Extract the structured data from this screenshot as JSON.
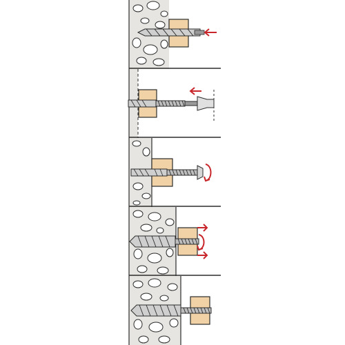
{
  "diagram": {
    "description_type": "installation-steps",
    "colors": {
      "concrete": "#e6e5e1",
      "aggregate": "#ffffff",
      "aggregate_stroke": "#2b2b2b",
      "wood": "#f0d2a6",
      "wood_stroke": "#2b2b2b",
      "metal": "#b8b8b8",
      "metal_dark": "#444444",
      "arrow": "#c8262a",
      "line": "#2b2b2b"
    },
    "steps": [
      {
        "id": "drill-hole",
        "icons": [
          "drill-bit-icon",
          "push-arrow-icon"
        ]
      },
      {
        "id": "insert-anchor",
        "icons": [
          "screwdriver-icon",
          "push-arrow-icon"
        ]
      },
      {
        "id": "tighten-screw",
        "icons": [
          "rotate-arrow-icon"
        ]
      },
      {
        "id": "adjust-distance",
        "icons": [
          "rotate-arrow-icon",
          "pull-arrow-icon"
        ]
      },
      {
        "id": "final-fixing",
        "icons": []
      }
    ]
  }
}
